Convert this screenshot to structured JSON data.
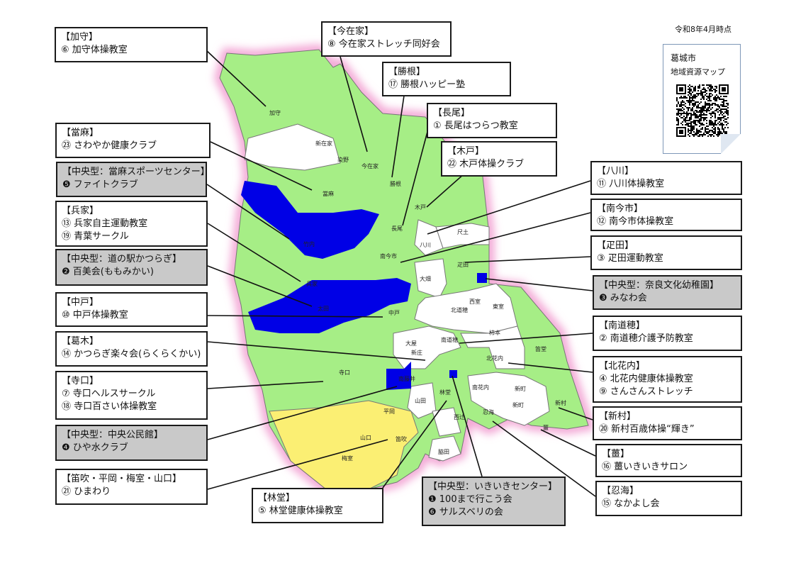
{
  "date": "令和8年4月時点",
  "resource_map": {
    "line1": "葛城市",
    "line2": "地域資源マップ"
  },
  "area_labels": [
    "加守",
    "新在家",
    "染野",
    "今在家",
    "勝根",
    "當麻",
    "木戸",
    "長尾",
    "尺土",
    "八川",
    "竹内",
    "南今市",
    "疋田",
    "大畑",
    "兵家",
    "太田",
    "中戸",
    "東室",
    "西室",
    "北道穂",
    "柿本",
    "南道穂",
    "新庄",
    "大屋",
    "笛堂",
    "北花内",
    "南藤井",
    "林堂",
    "南花内",
    "新町",
    "山田",
    "新村",
    "平岡",
    "西辻",
    "忍海",
    "新町",
    "寺口",
    "山口",
    "笛吹",
    "梅室",
    "薑",
    "脇田"
  ],
  "boxes": [
    {
      "title": "【加守】",
      "items": [
        "⑥ 加守体操教室"
      ]
    },
    {
      "title": "【今在家】",
      "items": [
        "⑧ 今在家ストレッチ同好会"
      ]
    },
    {
      "title": "【勝根】",
      "items": [
        "⑰ 勝根ハッピー塾"
      ]
    },
    {
      "title": "【長尾】",
      "items": [
        "① 長尾はつらつ教室"
      ]
    },
    {
      "title": "【當麻】",
      "items": [
        "㉓ さわやか健康クラブ"
      ]
    },
    {
      "title": "【木戸】",
      "items": [
        "㉒ 木戸体操クラブ"
      ]
    },
    {
      "title": "【中央型：當麻スポーツセンター】",
      "items": [
        "❺ ファイトクラブ"
      ]
    },
    {
      "title": "【八川】",
      "items": [
        "⑪ 八川体操教室"
      ]
    },
    {
      "title": "【兵家】",
      "items": [
        "⑬ 兵家自主運動教室",
        "⑲ 青葉サークル"
      ]
    },
    {
      "title": "【南今市】",
      "items": [
        "⑫ 南今市体操教室"
      ]
    },
    {
      "title": "【疋田】",
      "items": [
        "③ 疋田運動教室"
      ]
    },
    {
      "title": "【中央型：道の駅かつらぎ】",
      "items": [
        "❷ 百美会(ももみかい)"
      ]
    },
    {
      "title": "【中央型：奈良文化幼稚園】",
      "items": [
        "❸ みなわ会"
      ]
    },
    {
      "title": "【中戸】",
      "items": [
        "⑩ 中戸体操教室"
      ]
    },
    {
      "title": "【南道穂】",
      "items": [
        "② 南道穂介護予防教室"
      ]
    },
    {
      "title": "【葛木】",
      "items": [
        "⑭ かつらぎ楽々会(らくらくかい)"
      ]
    },
    {
      "title": "【北花内】",
      "items": [
        "④ 北花内健康体操教室",
        "⑨ さんさんストレッチ"
      ]
    },
    {
      "title": "【寺口】",
      "items": [
        "⑦ 寺口ヘルスサークル",
        "⑱ 寺口百さい体操教室"
      ]
    },
    {
      "title": "【新村】",
      "items": [
        "⑳ 新村百歳体操“輝き”"
      ]
    },
    {
      "title": "【中央型：中央公民館】",
      "items": [
        "❹ ひや水クラブ"
      ]
    },
    {
      "title": "【薑】",
      "items": [
        "⑯ 薑いきいきサロン"
      ]
    },
    {
      "title": "【笛吹・平岡・梅室・山口】",
      "items": [
        "㉑ ひまわり"
      ]
    },
    {
      "title": "【忍海】",
      "items": [
        "⑮ なかよし会"
      ]
    },
    {
      "title": "【林堂】",
      "items": [
        "⑤ 林堂健康体操教室"
      ]
    },
    {
      "title": "【中央型：いきいきセンター】",
      "items": [
        "❶ 100まで行こう会",
        "❻ サルスベリの会"
      ]
    }
  ],
  "colors": {
    "active_area": "#a6ee86",
    "central_area": "#0000e6",
    "combined_area": "#fbef73",
    "other_area": "#ffffff",
    "outline_glow": "#f2a0d2",
    "central_box": "#c9c9c9"
  },
  "legend_icon": "qr-code-icon"
}
